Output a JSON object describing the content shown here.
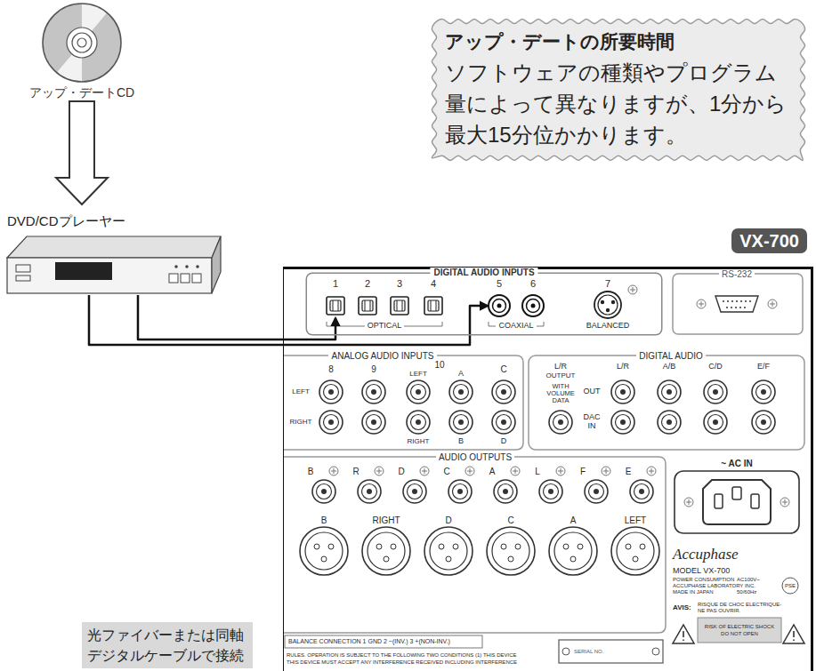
{
  "diagram": {
    "nodes": [
      {
        "text": [
          "アップ・デートCD"
        ]
      },
      {
        "text": [
          "アップ・デートの所要時間",
          "ソフトウェアの種類やプログラム量によって異なりますが、1分から最大15分位かかります。"
        ]
      },
      {
        "text": [
          "DVD/CDプレーヤー"
        ]
      },
      {
        "text": [
          "VX-700"
        ]
      },
      {
        "text": [
          "DIGITAL AUDIO INPUTS"
        ],
        "in": 3
      },
      {
        "text": [
          "1"
        ],
        "in": 4
      },
      {
        "text": [
          "5"
        ],
        "in": 4
      },
      {
        "text": [
          "光ファイバーまたは同軸デジタルケーブルで接続"
        ]
      }
    ],
    "edges": [
      {
        "from": 0,
        "to": 2,
        "arrow": "to"
      },
      {
        "from": 2,
        "to": 5,
        "arrow": "to"
      },
      {
        "from": 2,
        "to": 6,
        "arrow": "to"
      }
    ],
    "labels": [
      "2",
      "3",
      "4",
      "6",
      "7",
      "OPTICAL",
      "COAXIAL",
      "BALANCED",
      "RS-232",
      "ANALOG AUDIO INPUTS",
      "8",
      "9",
      "10",
      "LEFT",
      "A",
      "C",
      "LEFT",
      "RIGHT",
      "RIGHT",
      "B",
      "D",
      "DIGITAL AUDIO",
      "L/R",
      "OUTPUT",
      "WITH VOLUME DATA",
      "L/R",
      "A/B",
      "C/D",
      "E/F",
      "OUT",
      "DAC IN",
      "AUDIO OUTPUTS",
      "B",
      "R",
      "D",
      "C",
      "A",
      "L",
      "F",
      "E",
      "B",
      "RIGHT",
      "D",
      "C",
      "A",
      "LEFT",
      "BALANCE CONNECTION 1 GND 2 −(INV.) 3 +(NON-INV.)",
      "RULES. OPERATION IS SUBJECT TO THE FOLLOWING TWO CONDITIONS (1) THIS DEVICE",
      "THIS DEVICE MUST ACCEPT ANY INTERFERENCE RECEIVED INCLUDING INTERFERENCE",
      "SERIAL NO.",
      "~ AC IN",
      "Accuphase",
      "MODEL VX-700",
      "POWER CONSUMPTION",
      "ACCUPHASE LABORATORY INC.",
      "MADE IN JAPAN",
      "AC100V~",
      "50/60Hz",
      "PSE",
      "AVIS:",
      "RISQUE DE CHOC ELECTRIQUE-",
      "NE PAS OUVRIR.",
      "RISK OF ELECTRIC SHOCK",
      "DO NOT OPEN"
    ]
  }
}
